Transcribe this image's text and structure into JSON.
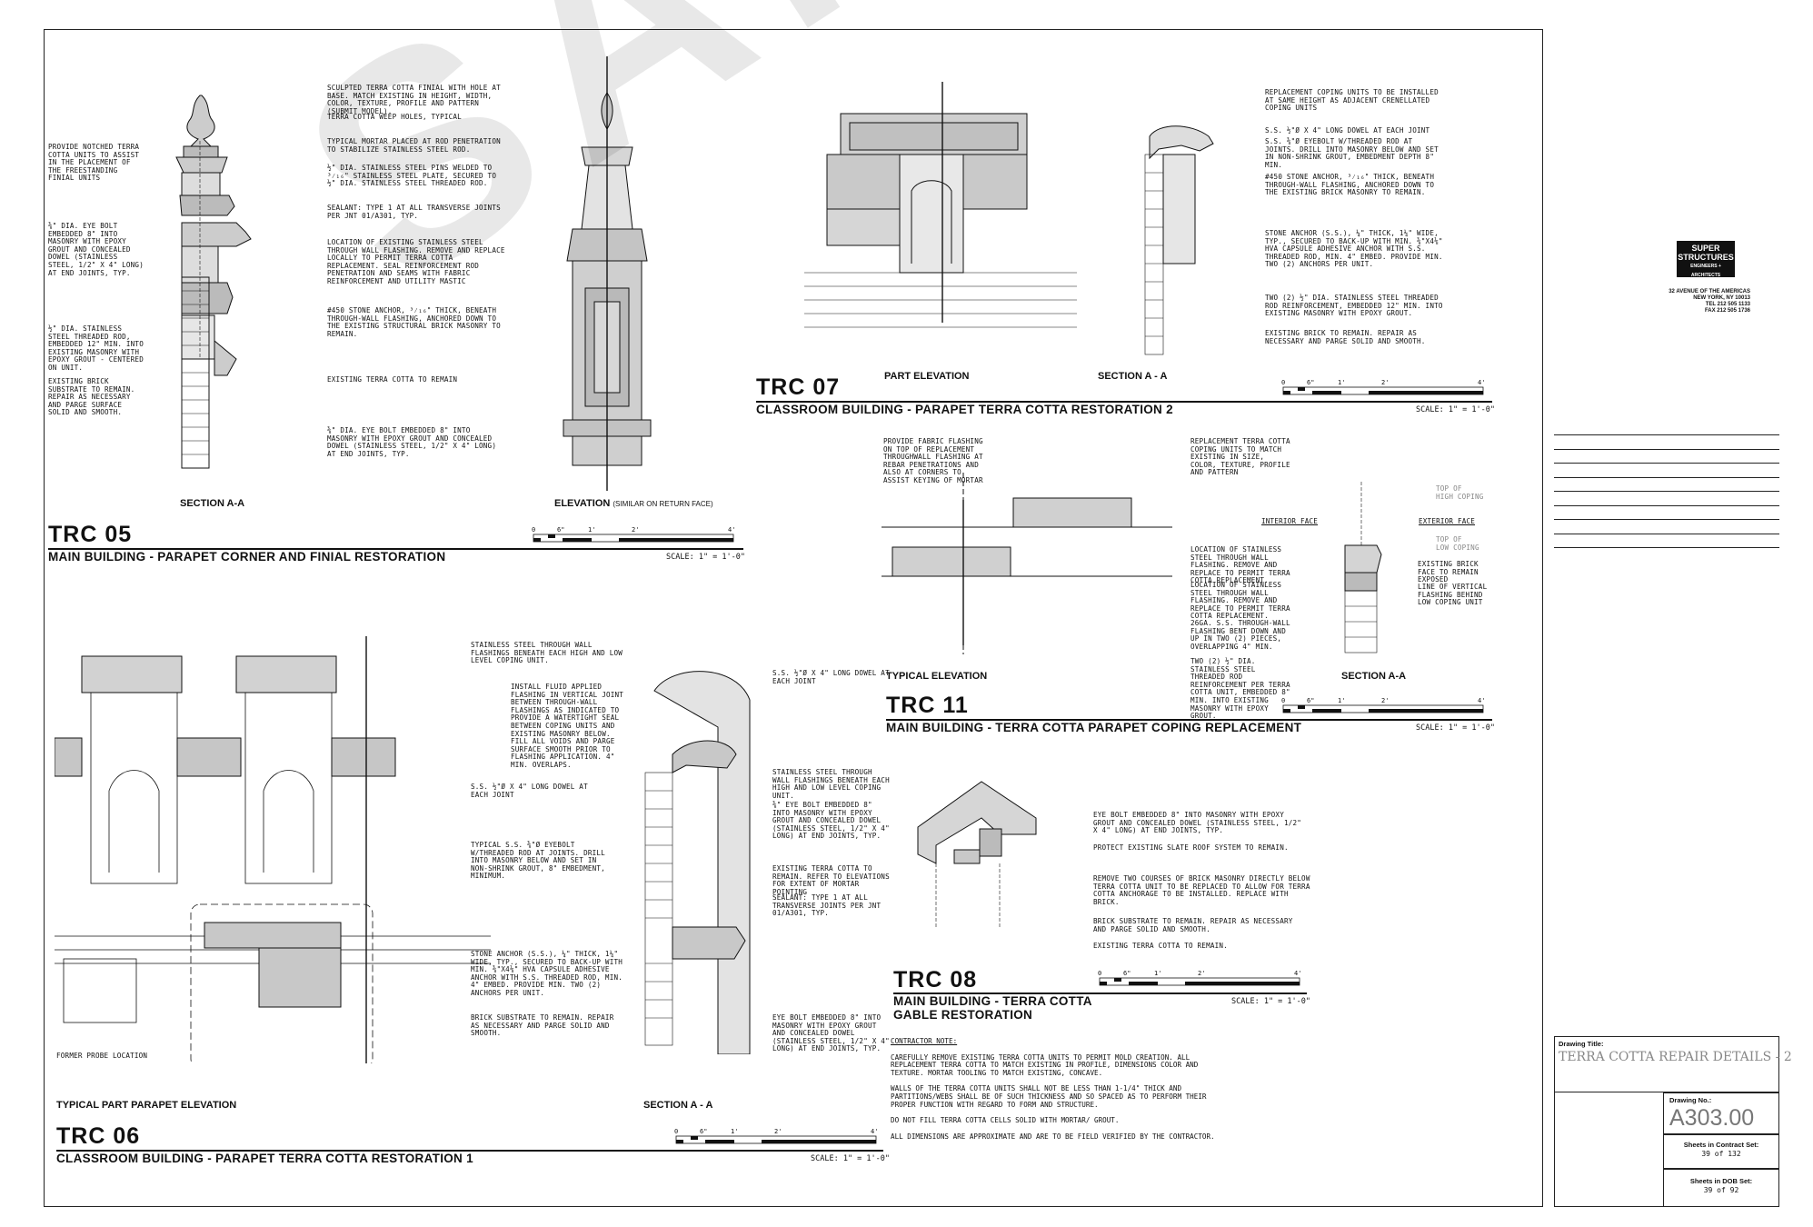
{
  "sheet": {
    "watermark": "SAMPLE",
    "firm": {
      "name_line1": "SUPER",
      "name_line2": "STRUCTURES",
      "name_line3": "ENGINEERS + ARCHITECTS",
      "address": "32 AVENUE OF THE AMERICAS\nNEW YORK, NY 10013\nTEL 212 505 1133\nFAX 212 505 1736"
    },
    "title_block": {
      "drawing_title_label": "Drawing Title:",
      "drawing_title": "TERRA COTTA REPAIR DETAILS - 2",
      "drawing_no_label": "Drawing No.:",
      "drawing_no": "A303.00",
      "contract_label": "Sheets in Contract Set:",
      "contract_value": "39 of 132",
      "dob_label": "Sheets in DOB Set:",
      "dob_value": "39 of 92"
    }
  },
  "scale_ticks": [
    "0",
    "6\"",
    "1'",
    "2'",
    "4'"
  ],
  "details": {
    "trc05": {
      "number": "TRC 05",
      "title": "MAIN BUILDING - PARAPET CORNER AND FINIAL RESTORATION",
      "scale": "SCALE: 1\" = 1'-0\"",
      "view1": "SECTION A-A",
      "view2": "ELEVATION",
      "view2_note": "(SIMILAR ON RETURN FACE)",
      "notes_right": [
        "SCULPTED TERRA COTTA FINIAL WITH HOLE AT BASE. MATCH EXISTING IN HEIGHT, WIDTH, COLOR, TEXTURE, PROFILE AND PATTERN (SUBMIT MODEL).",
        "TERRA COTTA WEEP HOLES, TYPICAL",
        "TYPICAL MORTAR PLACED AT ROD PENETRATION TO STABILIZE STAINLESS STEEL ROD.",
        "½\" DIA. STAINLESS STEEL PINS WELDED TO ³⁄₁₆\" STAINLESS STEEL PLATE, SECURED TO ½\" DIA. STAINLESS STEEL THREADED ROD.",
        "SEALANT: TYPE 1 AT ALL TRANSVERSE JOINTS PER JNT 01/A301, TYP.",
        "LOCATION OF EXISTING STAINLESS STEEL THROUGH WALL FLASHING. REMOVE AND REPLACE LOCALLY TO PERMIT TERRA COTTA REPLACEMENT. SEAL REINFORCEMENT ROD PENETRATION AND SEAMS WITH FABRIC REINFORCEMENT AND UTILITY MASTIC",
        "#450 STONE ANCHOR, ³⁄₁₆\" THICK, BENEATH THROUGH-WALL FLASHING, ANCHORED DOWN TO THE EXISTING STRUCTURAL BRICK MASONRY TO REMAIN.",
        "EXISTING TERRA COTTA TO REMAIN",
        "⅜\" DIA. EYE BOLT EMBEDDED 8\" INTO MASONRY WITH EPOXY GROUT AND CONCEALED DOWEL (STAINLESS STEEL, 1/2\" X 4\" LONG) AT END JOINTS, TYP."
      ],
      "notes_left": [
        "PROVIDE NOTCHED TERRA COTTA UNITS TO ASSIST IN THE PLACEMENT OF THE FREESTANDING FINIAL UNITS",
        "⅜\" DIA. EYE BOLT EMBEDDED 8\" INTO MASONRY WITH EPOXY GROUT AND CONCEALED DOWEL (STAINLESS STEEL, 1/2\" X 4\" LONG) AT END JOINTS, TYP.",
        "½\" DIA. STAINLESS STEEL THREADED ROD, EMBEDDED 12\" MIN. INTO EXISTING MASONRY WITH EPOXY GROUT - CENTERED ON UNIT.",
        "EXISTING BRICK SUBSTRATE TO REMAIN. REPAIR AS NECESSARY AND PARGE SURFACE SOLID AND SMOOTH."
      ]
    },
    "trc07": {
      "number": "TRC 07",
      "title": "CLASSROOM BUILDING - PARAPET TERRA COTTA RESTORATION 2",
      "scale": "SCALE: 1\" = 1'-0\"",
      "view1": "PART ELEVATION",
      "view2": "SECTION A - A",
      "notes": [
        "REPLACEMENT COPING UNITS TO BE INSTALLED AT SAME HEIGHT AS ADJACENT CRENELLATED COPING UNITS",
        "S.S. ½\"Ø X 4\" LONG DOWEL AT EACH JOINT",
        "S.S. ⅜\"Ø EYEBOLT W/THREADED ROD AT JOINTS. DRILL INTO MASONRY BELOW AND SET IN NON-SHRINK GROUT, EMBEDMENT DEPTH 8\" MIN.",
        "#450 STONE ANCHOR, ³⁄₁₆\" THICK, BENEATH THROUGH-WALL FLASHING, ANCHORED DOWN TO THE EXISTING BRICK MASONRY TO REMAIN.",
        "STONE ANCHOR (S.S.), ¼\" THICK, 1¼\" WIDE, TYP., SECURED TO BACK-UP WITH MIN. ⅜\"x4⅛\" HVA CAPSULE ADHESIVE ANCHOR WITH S.S. THREADED ROD, MIN. 4\" EMBED. PROVIDE MIN. TWO (2) ANCHORS PER UNIT.",
        "TWO (2) ½\" DIA. STAINLESS STEEL THREADED ROD REINFORCEMENT, EMBEDDED 12\" MIN. INTO EXISTING MASONRY WITH EPOXY GROUT.",
        "EXISTING BRICK TO REMAIN. REPAIR AS NECESSARY AND PARGE SOLID AND SMOOTH."
      ]
    },
    "trc11": {
      "number": "TRC 11",
      "title": "MAIN BUILDING - TERRA COTTA PARAPET COPING REPLACEMENT",
      "scale": "SCALE: 1\" = 1'-0\"",
      "view1": "TYPICAL ELEVATION",
      "view2": "SECTION A-A",
      "interior_face": "INTERIOR FACE",
      "exterior_face": "EXTERIOR FACE",
      "top_high": "TOP OF\nHIGH COPING",
      "top_low": "TOP OF\nLOW COPING",
      "notes": [
        "PROVIDE FABRIC FLASHING ON TOP OF REPLACEMENT THROUGHWALL FLASHING AT REBAR PENETRATIONS AND ALSO AT CORNERS TO ASSIST KEYING OF MORTAR",
        "REPLACEMENT TERRA COTTA COPING UNITS TO MATCH EXISTING IN SIZE, COLOR, TEXTURE, PROFILE AND PATTERN",
        "LOCATION OF STAINLESS STEEL THROUGH WALL FLASHING. REMOVE AND REPLACE TO PERMIT TERRA COTTA REPLACEMENT.",
        "LOCATION OF STAINLESS STEEL THROUGH WALL FLASHING. REMOVE AND REPLACE TO PERMIT TERRA COTTA REPLACEMENT.",
        "26GA. S.S. THROUGH-WALL FLASHING BENT DOWN AND UP IN TWO (2) PIECES, OVERLAPPING 4\" MIN.",
        "TWO (2) ½\" DIA. STAINLESS STEEL THREADED ROD REINFORCEMENT PER TERRA COTTA UNIT, EMBEDDED 8\" MIN. INTO EXISTING MASONRY WITH EPOXY GROUT.",
        "EXISTING BRICK FACE TO REMAIN EXPOSED",
        "LINE OF VERTICAL FLASHING BEHIND LOW COPING UNIT"
      ]
    },
    "trc06": {
      "number": "TRC 06",
      "title": "CLASSROOM BUILDING - PARAPET TERRA COTTA RESTORATION 1",
      "scale": "SCALE: 1\" = 1'-0\"",
      "view1": "TYPICAL PART PARAPET ELEVATION",
      "view2": "SECTION A - A",
      "probe": "FORMER PROBE LOCATION",
      "notes_mid": [
        "STAINLESS STEEL THROUGH WALL FLASHINGS BENEATH EACH HIGH AND LOW LEVEL COPING UNIT.",
        "INSTALL FLUID APPLIED FLASHING IN VERTICAL JOINT BETWEEN THROUGH-WALL FLASHINGS AS INDICATED TO PROVIDE A WATERTIGHT SEAL BETWEEN COPING UNITS AND EXISTING MASONRY BELOW. FILL ALL VOIDS AND PARGE SURFACE SMOOTH PRIOR TO FLASHING APPLICATION. 4\" MIN. OVERLAPS.",
        "S.S. ½\"Ø X 4\" LONG DOWEL AT EACH JOINT",
        "TYPICAL S.S. ⅜\"Ø EYEBOLT W/THREADED ROD AT JOINTS. DRILL INTO MASONRY BELOW AND SET IN NON-SHRINK GROUT, 8\" EMBEDMENT, MINIMUM.",
        "STONE ANCHOR (S.S.), ¼\" THICK, 1¼\" WIDE, TYP., SECURED TO BACK-UP WITH MIN. ⅜\"x4⅛\" HVA CAPSULE ADHESIVE ANCHOR WITH S.S. THREADED ROD, MIN. 4\" EMBED. PROVIDE MIN. TWO (2) ANCHORS PER UNIT.",
        "BRICK SUBSTRATE TO REMAIN. REPAIR AS NECESSARY AND PARGE SOLID AND SMOOTH."
      ],
      "notes_right": [
        "S.S. ½\"Ø X 4\" LONG DOWEL AT EACH JOINT",
        "STAINLESS STEEL THROUGH WALL FLASHINGS BENEATH EACH HIGH AND LOW LEVEL COPING UNIT.",
        "⅜\" EYE BOLT EMBEDDED 8\" INTO MASONRY WITH EPOXY GROUT AND CONCEALED DOWEL (STAINLESS STEEL, 1/2\" X 4\" LONG) AT END JOINTS, TYP.",
        "EXISTING TERRA COTTA TO REMAIN. REFER TO ELEVATIONS FOR EXTENT OF MORTAR POINTING",
        "SEALANT: TYPE 1 AT ALL TRANSVERSE JOINTS PER JNT 01/A301, TYP.",
        "EYE BOLT EMBEDDED 8\" INTO MASONRY WITH EPOXY GROUT AND CONCEALED DOWEL (STAINLESS STEEL, 1/2\" X 4\" LONG) AT END JOINTS, TYP."
      ]
    },
    "trc08": {
      "number": "TRC 08",
      "title": "MAIN BUILDING - TERRA COTTA\nGABLE RESTORATION",
      "scale": "SCALE: 1\" = 1'-0\"",
      "notes": [
        "EYE BOLT EMBEDDED 8\" INTO MASONRY WITH EPOXY GROUT AND CONCEALED DOWEL (STAINLESS STEEL, 1/2\" X 4\" LONG) AT END JOINTS, TYP.",
        "PROTECT EXISTING SLATE ROOF SYSTEM TO REMAIN.",
        "REMOVE TWO COURSES OF BRICK MASONRY DIRECTLY BELOW TERRA COTTA UNIT TO BE REPLACED TO ALLOW FOR TERRA COTTA ANCHORAGE TO BE INSTALLED. REPLACE WITH BRICK.",
        "BRICK SUBSTRATE TO REMAIN. REPAIR AS NECESSARY AND PARGE SOLID AND SMOOTH.",
        "EXISTING TERRA COTTA TO REMAIN."
      ],
      "contractor_heading": "CONTRACTOR NOTE:",
      "contractor_notes": [
        "CAREFULLY REMOVE EXISTING TERRA COTTA UNITS TO PERMIT MOLD CREATION. ALL REPLACEMENT TERRA COTTA TO MATCH EXISTING IN PROFILE, DIMENSIONS COLOR AND TEXTURE. MORTAR TOOLING TO MATCH EXISTING, CONCAVE.",
        "WALLS OF THE TERRA COTTA UNITS SHALL NOT BE LESS THAN 1-1/4\" THICK AND PARTITIONS/WEBS SHALL BE OF SUCH THICKNESS AND SO SPACED AS TO PERFORM THEIR PROPER FUNCTION WITH REGARD TO FORM AND STRUCTURE.",
        "DO NOT FILL TERRA COTTA CELLS SOLID WITH MORTAR/ GROUT.",
        "ALL DIMENSIONS ARE APPROXIMATE AND ARE TO BE FIELD VERIFIED BY THE CONTRACTOR."
      ]
    }
  }
}
